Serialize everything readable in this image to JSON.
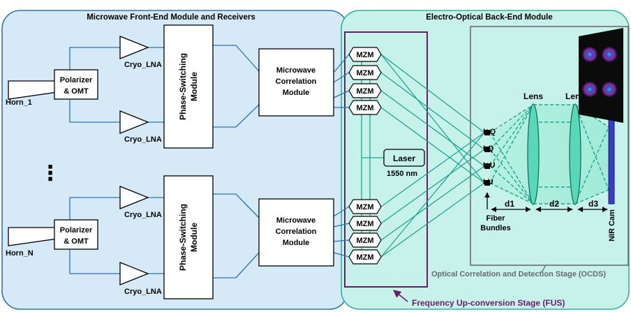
{
  "front_end": {
    "title": "Microwave Front-End Module and Receivers",
    "horn_1": "Horn_1",
    "horn_n": "Horn_N",
    "polarizer_line1": "Polarizer",
    "polarizer_line2": "& OMT",
    "lna": "Cryo_LNA",
    "phase_line1": "Phase-Switching",
    "phase_line2": "Module",
    "corr_line1": "Microwave",
    "corr_line2": "Correlation",
    "corr_line3": "Module",
    "ellipsis": "⋮"
  },
  "fus": {
    "title": "Frequency Up-conversion Stage (FUS)",
    "mzm": "MZM",
    "laser": "Laser",
    "laser_wavelength": "1550 nm"
  },
  "back_end": {
    "title": "Electro-Optical Back-End Module",
    "ports": [
      "I+Q",
      "I-Q",
      "I+U",
      "I-U"
    ],
    "lens": "Lens",
    "d1": "d1",
    "d2": "d2",
    "d3": "d3",
    "fiber_line1": "Fiber",
    "fiber_line2": "Bundles",
    "camera": "NIR Cam",
    "ocds_title": "Optical Correlation and Detection Stage (OCDS)"
  },
  "colors": {
    "front_fill": "#d5e9f7",
    "front_stroke": "#2a73b6",
    "back_fill": "#c7f2ea",
    "back_stroke": "#2bb5a0",
    "fus_stroke": "#6a1b6d",
    "fiber": "#1aa892",
    "camera": "#3b3cc4"
  }
}
